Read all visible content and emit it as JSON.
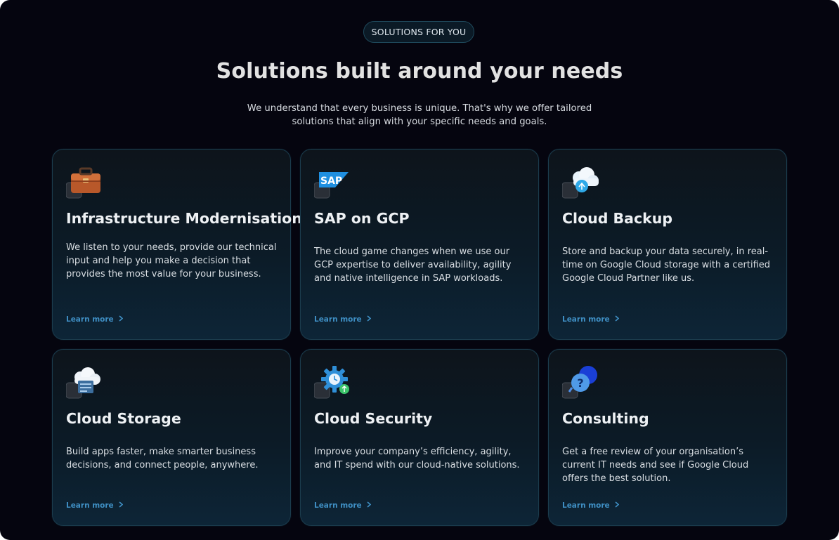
{
  "badge": "SOLUTIONS FOR YOU",
  "title": "Solutions built around your needs",
  "subtitle": "We understand that every business is unique. That's why we offer tailored solutions that align with your specific needs and goals.",
  "cards": [
    {
      "title": "Infrastructure Modernisation",
      "description": "We listen to your needs, provide our technical input and help you make a decision that provides the most value for your business.",
      "link": "Learn more",
      "icon": "briefcase-icon"
    },
    {
      "title": "SAP on GCP",
      "description": "The cloud game changes when we use our GCP expertise to deliver availability, agility and native intelligence in SAP workloads.",
      "link": "Learn more",
      "icon": "sap-logo-icon",
      "icon_text": "SAP"
    },
    {
      "title": "Cloud Backup",
      "description": "Store and backup your data securely, in real-time on Google Cloud storage with a certified Google Cloud Partner like us.",
      "link": "Learn more",
      "icon": "cloud-backup-icon"
    },
    {
      "title": "Cloud Storage",
      "description": "Build apps faster, make smarter business decisions, and connect people, anywhere.",
      "link": "Learn more",
      "icon": "cloud-storage-icon"
    },
    {
      "title": "Cloud Security",
      "description": "Improve your company’s efficiency, agility, and IT spend with our cloud-native solutions.",
      "link": "Learn more",
      "icon": "gear-clock-icon"
    },
    {
      "title": "Consulting",
      "description": "Get a free review of your organisation’s current IT needs and see if Google Cloud offers the best solution.",
      "link": "Learn more",
      "icon": "question-chat-icon"
    }
  ],
  "colors": {
    "background": "#05050f",
    "accent_link": "#3f8fc4",
    "card_border": "#1b3c4d"
  }
}
